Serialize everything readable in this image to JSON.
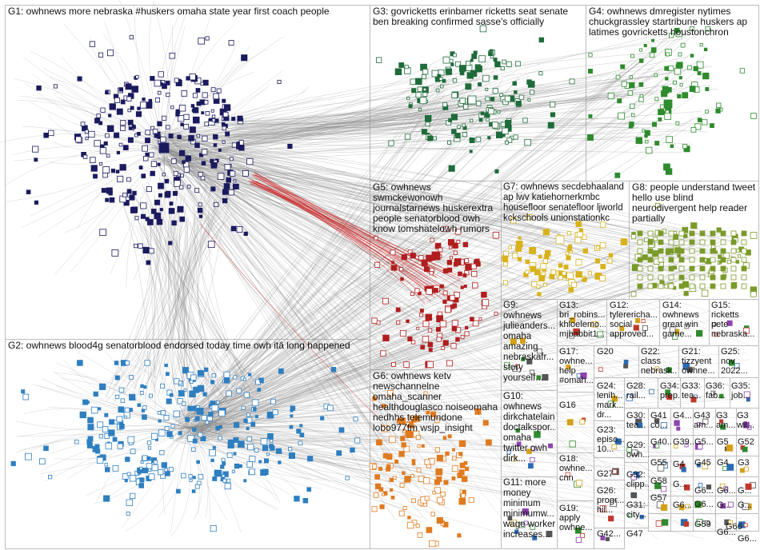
{
  "colors": {
    "g1": "#1a1a5e",
    "g2": "#2f7fc0",
    "g3": "#1f6b3a",
    "g4": "#2e8b2e",
    "g5": "#b01e1e",
    "g6": "#e07a1f",
    "g7": "#d8b21a",
    "g8": "#7a9a2a",
    "edge": "#8a8a8a",
    "edge_red": "#c81e1e",
    "box_border": "#bdbdbd"
  },
  "groups": [
    {
      "id": "G1",
      "label": "G1: owhnews more nebraska #huskers omaha state year first coach people"
    },
    {
      "id": "G2",
      "label": "G2: owhnews blood4g senatorblood endorsed today time owh itâ long happened"
    },
    {
      "id": "G3",
      "label": "G3: govricketts erinbamer ricketts seat senate\nben breaking confirmed sasse's officially"
    },
    {
      "id": "G4",
      "label": "G4: owhnews dmregister nytimes\nchuckgrassley startribune huskers ap\nlatimes govricketts houstonchron"
    },
    {
      "id": "G5",
      "label": "G5: owhnews\nswmckewonowh\njournalstarnews huskerextra\npeople senatorblood owh\nknow tomshatelowh rumors"
    },
    {
      "id": "G6",
      "label": "G6: owhnews ketv\nnewschannelne\nomaha_scanner\nhealthdouglasco noiseomaha\nnedhhs telemundone\nlobo977fm wsjp_insight"
    },
    {
      "id": "G7",
      "label": "G7: owhnews secdebhaaland\nap lwv katiehornerkmbc\nhousefloor senatefloor ljworld\nkckschools unionstationkc"
    },
    {
      "id": "G8",
      "label": "G8: people understand tweet\nhello use blind\nneurodivergent help reader\npartially"
    },
    {
      "id": "G9",
      "label": "G9:\nowhnews\njulieanders...\nomaha\namazing\nnebraskafr...\nstory\nyourself..."
    },
    {
      "id": "G10",
      "label": "G10:\nowhnews\ndirkchatelain\ndoctalkspor...\nomaha\ntwitter owh\ndirk..."
    },
    {
      "id": "G11",
      "label": "G11: more\nmoney\nminimum\nminimumw...\nwage worker\nincreases..."
    },
    {
      "id": "G12",
      "label": "G12:\ntylerericha...\nsocial\napproved..."
    },
    {
      "id": "G13",
      "label": "G13:\nbri_robins...\nkhloelemo...\nmjbabbit1..."
    },
    {
      "id": "G14",
      "label": "G14:\nowhnews\ngreat win\ngame..."
    },
    {
      "id": "G15",
      "label": "G15:\nricketts\npete\nnebraska..."
    },
    {
      "id": "G17",
      "label": "G17:\nowhne...\nhelp\n#omah..."
    },
    {
      "id": "G16",
      "label": "G16"
    },
    {
      "id": "G18",
      "label": "G18:\nowhne...\ncnn"
    },
    {
      "id": "G19",
      "label": "G19:\napply\nowhne..."
    },
    {
      "id": "G20",
      "label": "G20"
    },
    {
      "id": "G21",
      "label": "G21:\ntizzyent\nowhne..."
    },
    {
      "id": "G22",
      "label": "G22:\nclass\nnebrask..."
    },
    {
      "id": "G23",
      "label": "G23:\nepiso...\n10..."
    },
    {
      "id": "G24",
      "label": "G24:\nlenih...\nmark...\ndr..."
    },
    {
      "id": "G25",
      "label": "G25:\nnov\n2022..."
    },
    {
      "id": "G26",
      "label": "G26:\nprogr...\nhil..."
    },
    {
      "id": "G27",
      "label": "G27"
    },
    {
      "id": "G28",
      "label": "G28:\nrail..."
    },
    {
      "id": "G29",
      "label": "G29:\nowh..."
    },
    {
      "id": "G30",
      "label": "G30:\ntea..."
    },
    {
      "id": "G31",
      "label": "G31:\ncity..."
    },
    {
      "id": "G32",
      "label": "G32:\nclipp..."
    },
    {
      "id": "G33",
      "label": "G33:\ntea..."
    },
    {
      "id": "G34",
      "label": "G34:\nprep..."
    },
    {
      "id": "G35",
      "label": "G35:\njob..."
    },
    {
      "id": "G36",
      "label": "G36:\nfab..."
    },
    {
      "id": "G37",
      "label": "G3\nam..."
    },
    {
      "id": "G38",
      "label": "G3\nwil..."
    },
    {
      "id": "G39",
      "label": "G39..."
    },
    {
      "id": "G40",
      "label": "G40..."
    },
    {
      "id": "G41",
      "label": "G41\nco..."
    },
    {
      "id": "G42",
      "label": "G42..."
    },
    {
      "id": "G43",
      "label": "G43\nam..."
    },
    {
      "id": "G44",
      "label": "G4..."
    },
    {
      "id": "G45",
      "label": "G45"
    },
    {
      "id": "G46",
      "label": "G6..."
    },
    {
      "id": "G47",
      "label": "G47"
    },
    {
      "id": "G48",
      "label": "G..."
    },
    {
      "id": "G49",
      "label": "G4"
    },
    {
      "id": "G50",
      "label": "G5..."
    },
    {
      "id": "G51",
      "label": "G5"
    },
    {
      "id": "G52",
      "label": "G52"
    },
    {
      "id": "G53",
      "label": "G3"
    },
    {
      "id": "G54",
      "label": "G4"
    },
    {
      "id": "G55",
      "label": "G55"
    },
    {
      "id": "G56",
      "label": "G6..."
    },
    {
      "id": "G57",
      "label": "G57"
    },
    {
      "id": "G58",
      "label": "G58"
    },
    {
      "id": "G59",
      "label": "G59"
    },
    {
      "id": "G60",
      "label": "G6..."
    },
    {
      "id": "G61",
      "label": "G6..."
    },
    {
      "id": "G62",
      "label": "G..."
    },
    {
      "id": "G63",
      "label": "G..."
    },
    {
      "id": "G64",
      "label": "G..."
    },
    {
      "id": "G65",
      "label": "G6..."
    },
    {
      "id": "G66",
      "label": "G66"
    },
    {
      "id": "G67",
      "label": "G6..."
    }
  ]
}
